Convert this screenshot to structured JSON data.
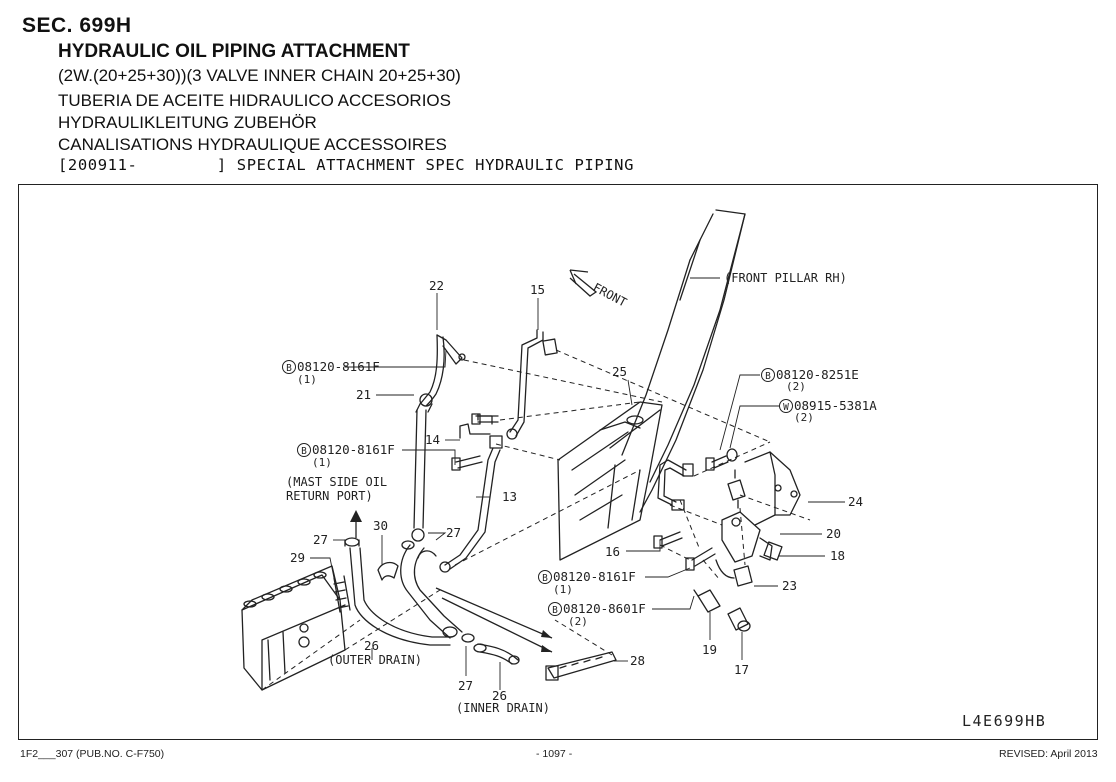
{
  "header": {
    "section": "SEC. 699H",
    "title": "HYDRAULIC OIL PIPING ATTACHMENT",
    "subtitle": "(2W.(20+25+30))(3 VALVE INNER CHAIN 20+25+30)",
    "title_es": "TUBERIA DE ACEITE HIDRAULICO ACCESORIOS",
    "title_de": "HYDRAULIKLEITUNG ZUBEHÖR",
    "title_fr": "CANALISATIONS HYDRAULIQUE ACCESSOIRES",
    "spec": "[200911-        ] SPECIAL ATTACHMENT SPEC HYDRAULIC PIPING"
  },
  "diagram": {
    "front_pillar": "(FRONT PILLAR RH)",
    "front": "FRONT",
    "mast_side_1": "(MAST SIDE OIL",
    "mast_side_2": "RETURN PORT)",
    "outer_drain": "(OUTER DRAIN)",
    "inner_drain": "(INNER DRAIN)",
    "code": "L4E699HB",
    "bolt_a_part": "08120-8161F",
    "bolt_a_qty": "(1)",
    "bolt_b_part": "08120-8161F",
    "bolt_b_qty": "(1)",
    "bolt_c_part": "08120-8161F",
    "bolt_c_qty": "(1)",
    "bolt_d_part": "08120-8601F",
    "bolt_d_qty": "(2)",
    "bolt_e_part": "08120-8251E",
    "bolt_e_qty": "(2)",
    "washer_part": "08915-5381A",
    "washer_qty": "(2)",
    "bolt_mark": "B",
    "washer_mark": "W",
    "p13": "13",
    "p14": "14",
    "p15": "15",
    "p16": "16",
    "p17": "17",
    "p18": "18",
    "p19": "19",
    "p20": "20",
    "p21": "21",
    "p22": "22",
    "p23": "23",
    "p24": "24",
    "p25": "25",
    "p26a": "26",
    "p26b": "26",
    "p27a": "27",
    "p27b": "27",
    "p27c": "27",
    "p28": "28",
    "p29": "29",
    "p30": "30"
  },
  "footer": {
    "left": "1F2___307 (PUB.NO. C-F750)",
    "center": "- 1097 -",
    "right": "REVISED: April 2013"
  }
}
